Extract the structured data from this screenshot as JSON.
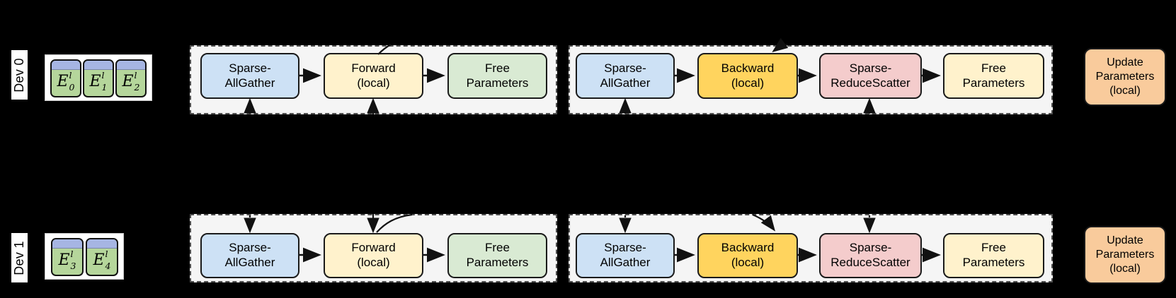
{
  "colors": {
    "background": "#000000",
    "container_bg": "#f5f5f5",
    "container_border": "#4f4f4f",
    "box_border": "#1a1a1a",
    "blue": "#cde1f5",
    "yellow": "#fff2cc",
    "green": "#d9ead3",
    "gold": "#ffd45e",
    "pink": "#f4cccc",
    "orange": "#f9cb9c",
    "expert_green": "#b5d69b",
    "expert_blue": "#a6b5e3",
    "dev_label_bg": "#ffffff",
    "arrow": "#111111"
  },
  "rows": [
    {
      "device_label": "Dev 0",
      "experts": [
        {
          "base": "E",
          "sup": "l",
          "sub": "0"
        },
        {
          "base": "E",
          "sup": "l",
          "sub": "1"
        },
        {
          "base": "E",
          "sup": "l",
          "sub": "2"
        }
      ],
      "forward_group": {
        "allgather": {
          "line1": "Sparse-",
          "line2": "AllGather"
        },
        "forward": {
          "line1": "Forward",
          "line2": "(local)"
        },
        "free": {
          "line1": "Free",
          "line2": "Parameters"
        }
      },
      "backward_group": {
        "allgather": {
          "line1": "Sparse-",
          "line2": "AllGather"
        },
        "backward": {
          "line1": "Backward",
          "line2": "(local)"
        },
        "reducescatter": {
          "line1": "Sparse-",
          "line2": "ReduceScatter"
        },
        "free": {
          "line1": "Free",
          "line2": "Parameters"
        }
      },
      "update": {
        "line1": "Update",
        "line2": "Parameters",
        "line3": "(local)"
      }
    },
    {
      "device_label": "Dev 1",
      "experts": [
        {
          "base": "E",
          "sup": "l",
          "sub": "3"
        },
        {
          "base": "E",
          "sup": "l",
          "sub": "4"
        }
      ],
      "forward_group": {
        "allgather": {
          "line1": "Sparse-",
          "line2": "AllGather"
        },
        "forward": {
          "line1": "Forward",
          "line2": "(local)"
        },
        "free": {
          "line1": "Free",
          "line2": "Parameters"
        }
      },
      "backward_group": {
        "allgather": {
          "line1": "Sparse-",
          "line2": "AllGather"
        },
        "backward": {
          "line1": "Backward",
          "line2": "(local)"
        },
        "reducescatter": {
          "line1": "Sparse-",
          "line2": "ReduceScatter"
        },
        "free": {
          "line1": "Free",
          "line2": "Parameters"
        }
      },
      "update": {
        "line1": "Update",
        "line2": "Parameters",
        "line3": "(local)"
      }
    }
  ]
}
